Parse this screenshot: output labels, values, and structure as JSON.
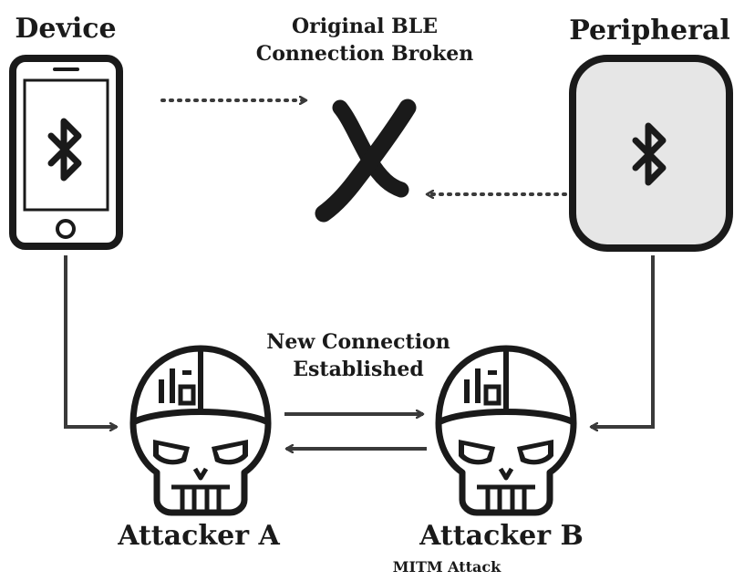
{
  "nodes": {
    "device": {
      "label": "Device"
    },
    "peripheral": {
      "label": "Peripheral"
    },
    "attacker_a": {
      "label": "Attacker A"
    },
    "attacker_b": {
      "label": "Attacker B"
    }
  },
  "annotations": {
    "broken_line1": "Original BLE",
    "broken_line2": "Connection Broken",
    "new_line1": "New Connection",
    "new_line2": "Established",
    "mitm": "MITM Attack"
  },
  "icons": {
    "device": "smartphone-bluetooth-icon",
    "peripheral": "bluetooth-peripheral-icon",
    "broken": "cross-mark-icon",
    "attacker": "hacker-skull-icon"
  },
  "colors": {
    "ink": "#1a1a1a",
    "line": "#3a3a3a",
    "peripheral_fill": "#e6e6e6"
  }
}
